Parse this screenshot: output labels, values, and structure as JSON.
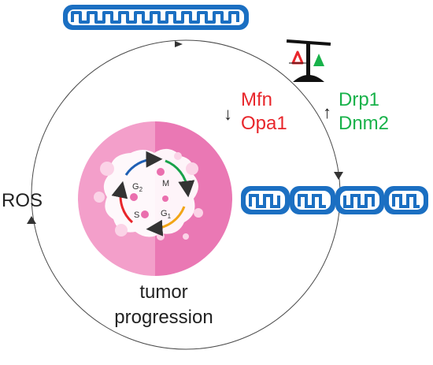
{
  "mitochondrion_fused": {
    "label": ""
  },
  "fragmented_mitochondria": {
    "count": 4
  },
  "balance": {
    "icon": "balance-scale-icon",
    "left_color": "#e8262b",
    "right_color": "#18b24a"
  },
  "fusion_proteins": {
    "arrow": "↓",
    "items": [
      "Mfn",
      "Opa1"
    ],
    "color": "#e8262b"
  },
  "fission_proteins": {
    "arrow": "↑",
    "items": [
      "Drp1",
      "Dnm2"
    ],
    "color": "#18b24a"
  },
  "cycle_left_label": "ROS",
  "cell_cycle": {
    "phases": [
      "G2",
      "M",
      "S",
      "G1"
    ],
    "arrow_colors": [
      "#1f5fb4",
      "#18a24a",
      "#f2a516",
      "#e8262b"
    ]
  },
  "outcome": {
    "line1": "tumor",
    "line2": "progression"
  },
  "colors": {
    "mito_blue": "#1b6fc2",
    "cell_light": "#f39fca",
    "cell_dark": "#ea78b4",
    "cycle_line": "#4a4a4a"
  }
}
